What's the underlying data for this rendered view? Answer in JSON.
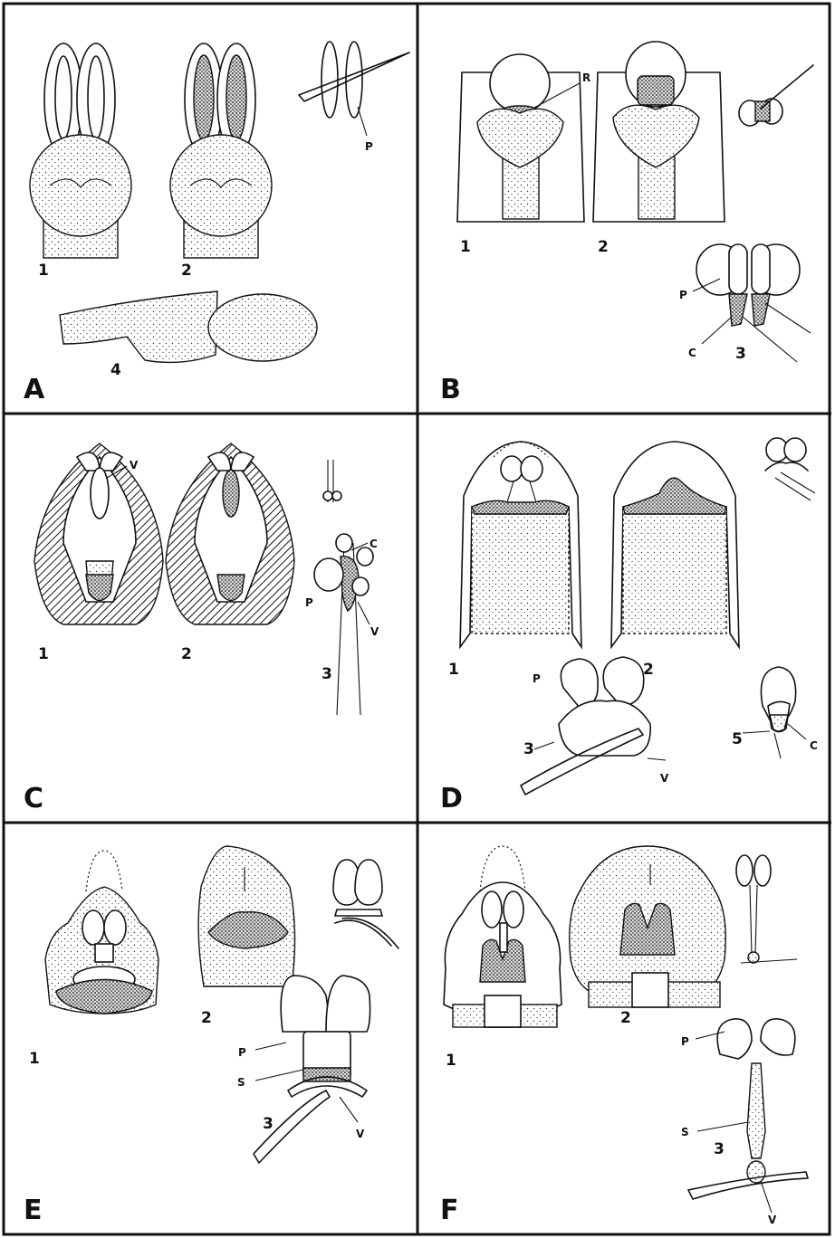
{
  "panels": [
    {
      "letter": "A",
      "labels": {
        "p": "P"
      },
      "figure_numbers": [
        "1",
        "2",
        "4"
      ]
    },
    {
      "letter": "B",
      "labels": {
        "r": "R",
        "p": "P",
        "c": "C"
      },
      "figure_numbers": [
        "1",
        "2",
        "3"
      ]
    },
    {
      "letter": "C",
      "labels": {
        "v": "V",
        "c": "C",
        "p": "P",
        "v2": "V"
      },
      "figure_numbers": [
        "1",
        "2",
        "3"
      ]
    },
    {
      "letter": "D",
      "labels": {
        "p": "P",
        "v": "V",
        "c": "C"
      },
      "figure_numbers": [
        "1",
        "2",
        "3",
        "5"
      ]
    },
    {
      "letter": "E",
      "labels": {
        "p": "P",
        "s": "S",
        "v": "V"
      },
      "figure_numbers": [
        "1",
        "2",
        "3"
      ]
    },
    {
      "letter": "F",
      "labels": {
        "p": "P",
        "s": "S",
        "v": "V"
      },
      "figure_numbers": [
        "1",
        "2",
        "3"
      ]
    }
  ]
}
